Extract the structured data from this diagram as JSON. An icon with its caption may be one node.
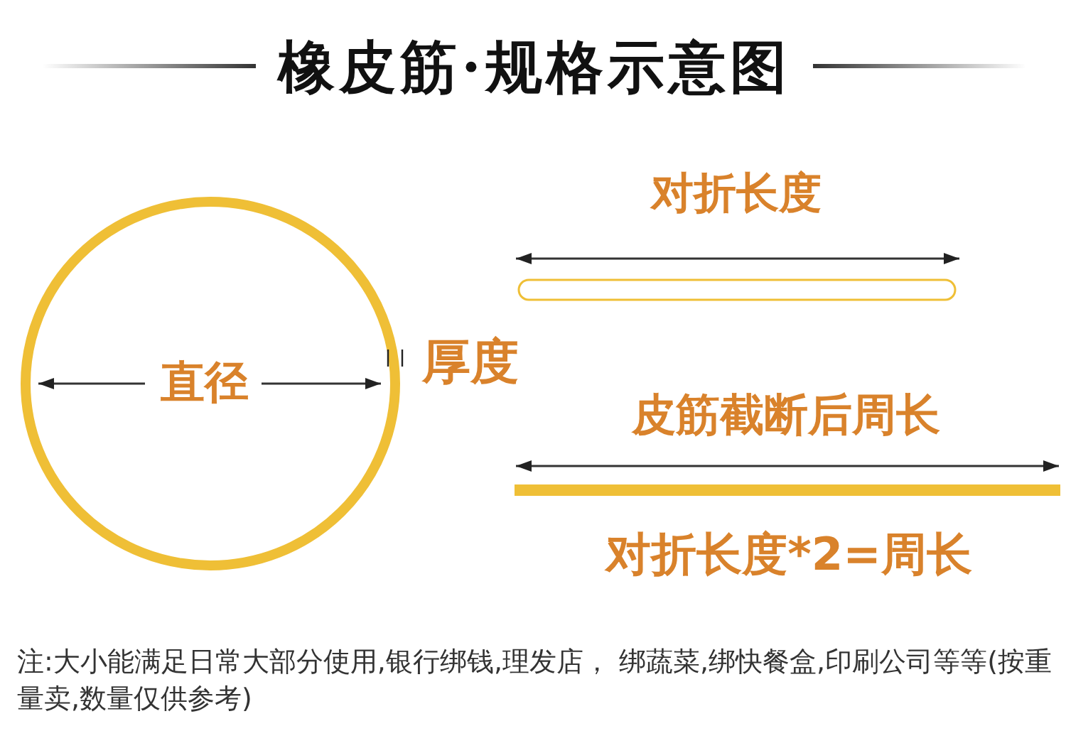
{
  "diagram": {
    "title": "橡皮筋·规格示意图",
    "nodes": [
      {
        "text": [],
        "shape": "circle"
      },
      {
        "text": [],
        "shape": "box"
      },
      {
        "text": [],
        "shape": "bar"
      }
    ],
    "labels": [
      "对折长度",
      "直径",
      "厚度",
      "皮筋截断后周长",
      "对折长度*2=周长",
      "注:大小能满足日常大部分使用,银行绑钱,理发店， 绑蔬菜,绑快餐盒,印刷公司等等(按重量卖,数量仅供参考)"
    ]
  }
}
